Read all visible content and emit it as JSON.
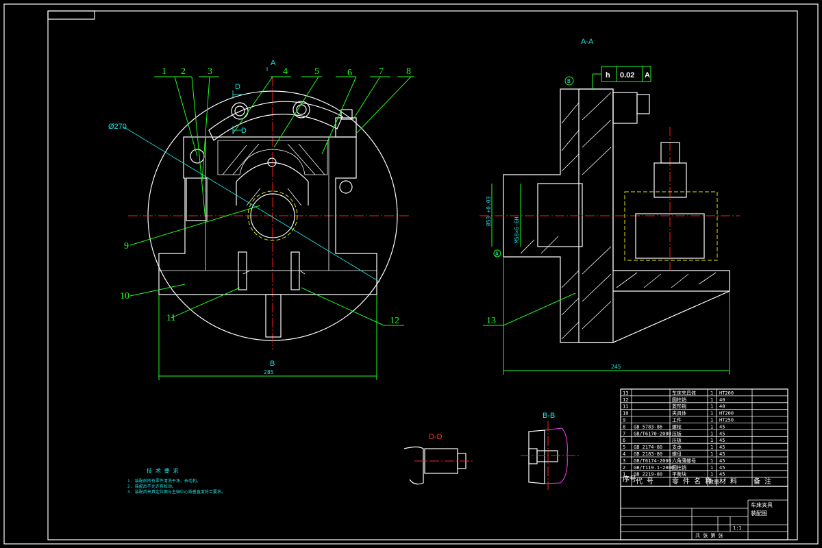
{
  "views": {
    "section_aa": "A-A",
    "section_bb": "B-B",
    "section_dd": "D-D",
    "cut_a": "A",
    "cut_d1": "D",
    "cut_d2": "D",
    "cut_b": "B"
  },
  "part_callouts": [
    "1",
    "2",
    "3",
    "4",
    "5",
    "6",
    "7",
    "8",
    "9",
    "10",
    "11",
    "12",
    "13"
  ],
  "dimensions": {
    "diameter": "Ø270",
    "front_width": "285",
    "side_width": "245",
    "bore_thread": "M58×6-6H",
    "bore_dia": "Ø53 +0.03"
  },
  "tolerance": {
    "symbol": "h",
    "value": "0.02",
    "datum": "A",
    "datum_mark_b": "B",
    "datum_mark_a": "A"
  },
  "notes": {
    "title": "技 术 要 求",
    "lines": [
      "1. 装配前所有零件清洗干净，去毛刺。",
      "2. 装配后不允许有松动。",
      "3. 装配后夹具定位面与主轴中心线垂直度符合要求。"
    ]
  },
  "bom": {
    "rows": [
      {
        "no": "13",
        "code": "",
        "name": "车床夹具体",
        "qty": "1",
        "material": "HT200"
      },
      {
        "no": "12",
        "code": "",
        "name": "圆柱销",
        "qty": "1",
        "material": "40"
      },
      {
        "no": "11",
        "code": "",
        "name": "菱形销",
        "qty": "1",
        "material": "40"
      },
      {
        "no": "10",
        "code": "",
        "name": "夹具体",
        "qty": "1",
        "material": "HT200"
      },
      {
        "no": "9",
        "code": "",
        "name": "工件",
        "qty": "1",
        "material": "HT250"
      },
      {
        "no": "8",
        "code": "GB 5783-86",
        "name": "螺栓",
        "qty": "1",
        "material": "45"
      },
      {
        "no": "7",
        "code": "GB/T6170-2000",
        "name": "压板",
        "qty": "1",
        "material": "45"
      },
      {
        "no": "6",
        "code": "",
        "name": "压板",
        "qty": "1",
        "material": "45"
      },
      {
        "no": "5",
        "code": "GB 2174-80",
        "name": "支承",
        "qty": "1",
        "material": "45"
      },
      {
        "no": "4",
        "code": "GB 2183-80",
        "name": "螺母",
        "qty": "1",
        "material": "45"
      },
      {
        "no": "3",
        "code": "GB/T6174-2000",
        "name": "六角薄螺母",
        "qty": "1",
        "material": "45"
      },
      {
        "no": "2",
        "code": "GB/T119.1-2000",
        "name": "圆柱销",
        "qty": "1",
        "material": "45"
      },
      {
        "no": "1",
        "code": "GB 2219-80",
        "name": "平衡块",
        "qty": "1",
        "material": "45"
      }
    ],
    "header": {
      "no": "序号",
      "code": "代  号",
      "name": "零 件 名 称",
      "qty": "数量",
      "material": "材    料",
      "remark": "备    注"
    }
  },
  "title_block": {
    "title1": "车床夹具",
    "title2": "装配图",
    "scale": "1:1",
    "sheet": "共  张  第  张"
  }
}
